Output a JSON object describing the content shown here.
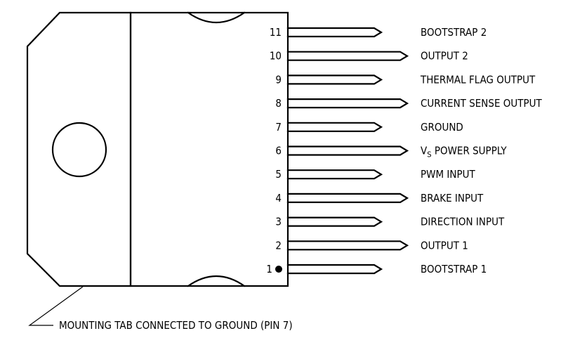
{
  "diagram": {
    "pins": [
      {
        "number": "11",
        "label": "BOOTSTRAP 2",
        "length": "short"
      },
      {
        "number": "10",
        "label": "OUTPUT 2",
        "length": "long"
      },
      {
        "number": "9",
        "label": "THERMAL FLAG OUTPUT",
        "length": "short"
      },
      {
        "number": "8",
        "label": "CURRENT SENSE OUTPUT",
        "length": "long"
      },
      {
        "number": "7",
        "label": "GROUND",
        "length": "short"
      },
      {
        "number": "6",
        "label": "POWER SUPPLY",
        "label_prefix": "V",
        "label_subscript": "S",
        "length": "long"
      },
      {
        "number": "5",
        "label": "PWM INPUT",
        "length": "short"
      },
      {
        "number": "4",
        "label": "BRAKE INPUT",
        "length": "long"
      },
      {
        "number": "3",
        "label": "DIRECTION INPUT",
        "length": "short"
      },
      {
        "number": "2",
        "label": "OUTPUT 1",
        "length": "long"
      },
      {
        "number": "1",
        "label": "BOOTSTRAP 1",
        "length": "short"
      }
    ],
    "pin1_marker": true,
    "mounting_tab_note": "MOUNTING TAB CONNECTED TO GROUND (PIN 7)"
  }
}
